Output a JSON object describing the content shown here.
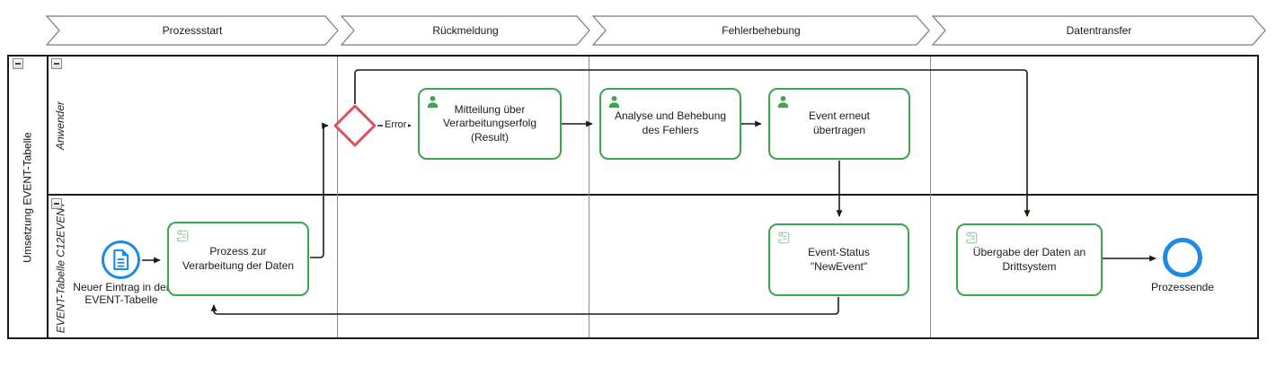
{
  "phases": [
    {
      "label": "Prozessstart"
    },
    {
      "label": "Rückmeldung"
    },
    {
      "label": "Fehlerbehebung"
    },
    {
      "label": "Datentransfer"
    }
  ],
  "pool": {
    "title": "Umsetzung EVENT-Tabelle",
    "lanes": [
      {
        "label": "Anwender"
      },
      {
        "label": "EVENT-Tabelle C12EVENT"
      }
    ]
  },
  "nodes": {
    "start_event": {
      "label": "Neuer Eintrag in der EVENT-Tabelle"
    },
    "task_verarbeitung": {
      "label": "Prozess zur Verarbeitung der Daten"
    },
    "task_mitteilung": {
      "label": "Mitteilung über Verarbeitungserfolg (Result)"
    },
    "task_analyse": {
      "label": "Analyse und Behebung des Fehlers"
    },
    "task_event_erneut": {
      "label": "Event erneut übertragen"
    },
    "task_event_status": {
      "label": "Event-Status \"NewEvent\""
    },
    "task_uebergabe": {
      "label": "Übergabe der Daten an Drittsystem"
    },
    "end_event": {
      "label": "Prozessende"
    }
  },
  "edges": {
    "error_label": "Error"
  },
  "colors": {
    "task_border": "#3EA450",
    "user_icon": "#3EA450",
    "script_icon": "#9CD3A4",
    "gateway_border": "#D9535F",
    "event_border": "#1E88E5",
    "connector": "#1A1A1A",
    "phase_border": "#7A7A7A"
  }
}
